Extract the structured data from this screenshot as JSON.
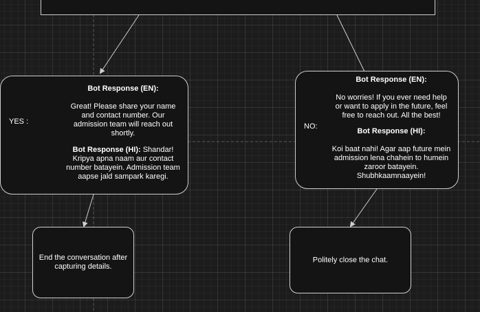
{
  "top_box": {
    "text": ""
  },
  "yes_node": {
    "label": "YES :",
    "en_heading": "Bot Response (EN):",
    "en_text": "Great! Please share your name and contact number. Our admission team will reach out shortly.",
    "hi_heading": "Bot Response (HI):",
    "hi_text": " Shandar! Kripya apna naam aur contact number batayein. Admission team aapse jald sampark karegi."
  },
  "no_node": {
    "label": "NO:",
    "en_heading": "Bot Response (EN):",
    "en_text": "No worries! If you ever need help or want to apply in the future, feel free to reach out. All the best!",
    "hi_heading": "Bot Response (HI):",
    "hi_text": "Koi baat nahi! Agar aap future mein admission lena chahein to humein zaroor batayein. Shubhkaamnaayein!"
  },
  "end_yes": {
    "text": "End the conversation after capturing details."
  },
  "end_no": {
    "text": "Politely close the chat."
  },
  "colors": {
    "background": "#1c1c1c",
    "node_fill": "#141414",
    "stroke": "#d0d0d0"
  }
}
